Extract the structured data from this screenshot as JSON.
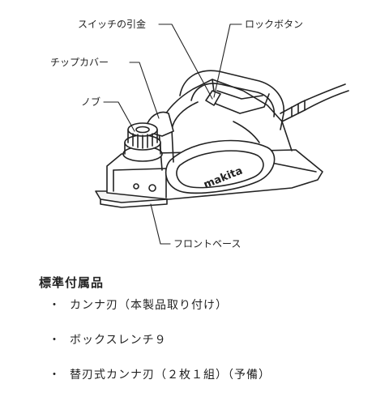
{
  "callouts": {
    "switch_trigger": "スイッチの引金",
    "lock_button": "ロックボタン",
    "chip_cover": "チップカバー",
    "knob": "ノブ",
    "front_base": "フロントベース"
  },
  "brand_logo": "makita",
  "accessories": {
    "title": "標準付属品",
    "bullet": "・",
    "items": [
      "カンナ刃（本製品取り付け）",
      "ボックスレンチ９",
      "替刃式カンナ刃（２枚１組）（予備）"
    ]
  }
}
